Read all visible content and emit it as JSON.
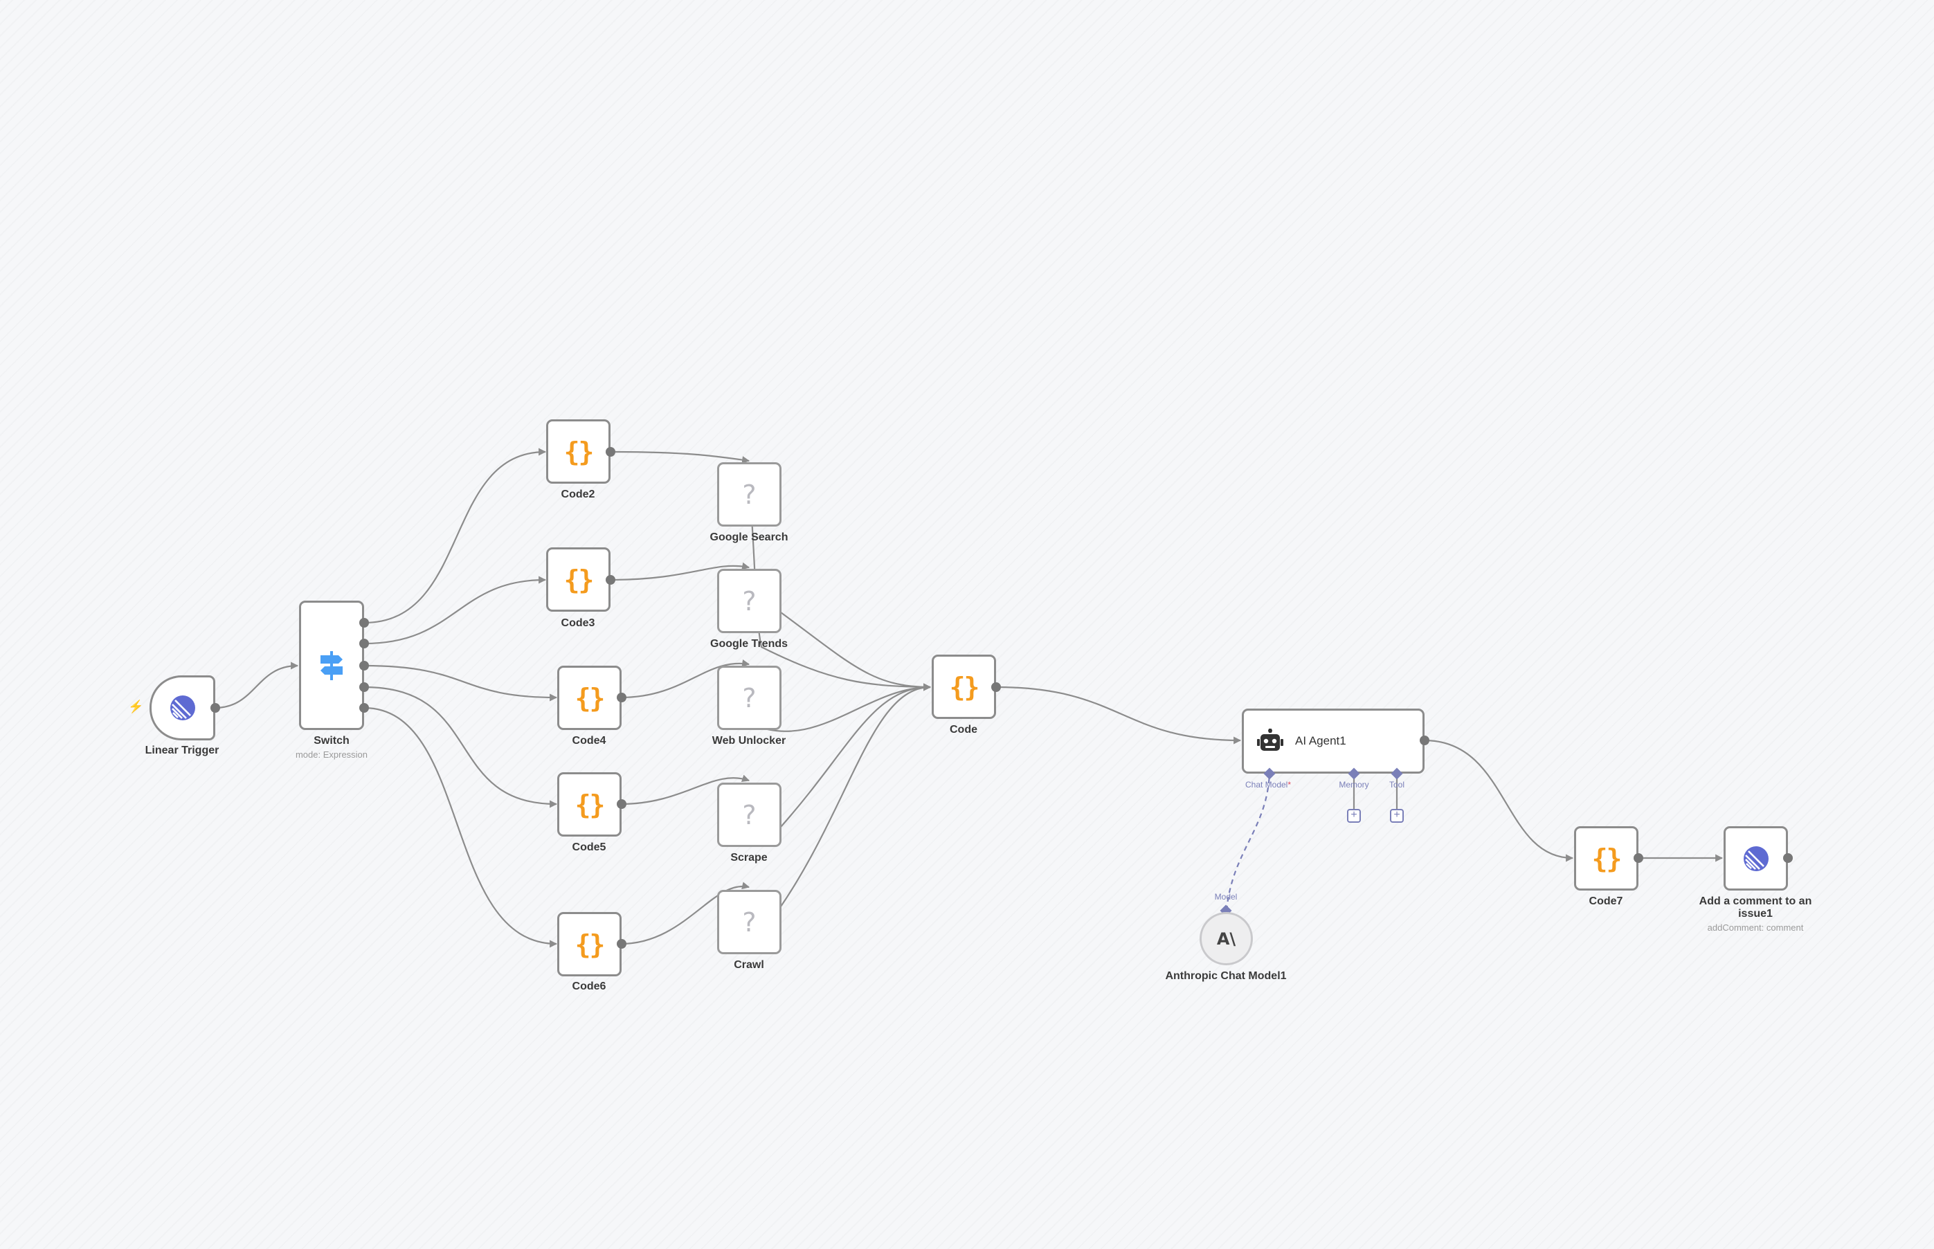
{
  "nodes": {
    "linear_trigger": {
      "label": "Linear Trigger",
      "icon": "linear-logo-icon"
    },
    "switch": {
      "label": "Switch",
      "subtitle": "mode: Expression",
      "icon": "switch-signpost-icon"
    },
    "code2": {
      "label": "Code2",
      "glyph": "{}",
      "icon": "code-braces-icon"
    },
    "code3": {
      "label": "Code3",
      "glyph": "{}",
      "icon": "code-braces-icon"
    },
    "code4": {
      "label": "Code4",
      "glyph": "{}",
      "icon": "code-braces-icon"
    },
    "code5": {
      "label": "Code5",
      "glyph": "{}",
      "icon": "code-braces-icon"
    },
    "code6": {
      "label": "Code6",
      "glyph": "{}",
      "icon": "code-braces-icon"
    },
    "google_search": {
      "label": "Google Search",
      "glyph": "?",
      "icon": "unknown-node-icon"
    },
    "google_trends": {
      "label": "Google Trends",
      "glyph": "?",
      "icon": "unknown-node-icon"
    },
    "web_unlocker": {
      "label": "Web Unlocker",
      "glyph": "?",
      "icon": "unknown-node-icon"
    },
    "scrape": {
      "label": "Scrape",
      "glyph": "?",
      "icon": "unknown-node-icon"
    },
    "crawl": {
      "label": "Crawl",
      "glyph": "?",
      "icon": "unknown-node-icon"
    },
    "code": {
      "label": "Code",
      "glyph": "{}",
      "icon": "code-braces-icon"
    },
    "ai_agent": {
      "label": "AI Agent1",
      "icon": "robot-icon",
      "ports": {
        "chat_model": "Chat Model",
        "chat_model_required": "*",
        "memory": "Memory",
        "tool": "Tool",
        "add": "+"
      }
    },
    "anthropic": {
      "label": "Anthropic Chat Model1",
      "glyph": "A\\",
      "icon": "anthropic-logo-icon",
      "port": "Model"
    },
    "code7": {
      "label": "Code7",
      "glyph": "{}",
      "icon": "code-braces-icon"
    },
    "add_comment": {
      "label": "Add a comment to an issue1",
      "subtitle": "addComment: comment",
      "icon": "linear-logo-icon"
    }
  },
  "colors": {
    "code": "#f49b1e",
    "linear": "#5e6ad2",
    "switch": "#4a9ff5",
    "ai_port": "#7a7fb8",
    "trigger_bolt": "#ff5a5f",
    "edge": "#8c8c8c"
  }
}
